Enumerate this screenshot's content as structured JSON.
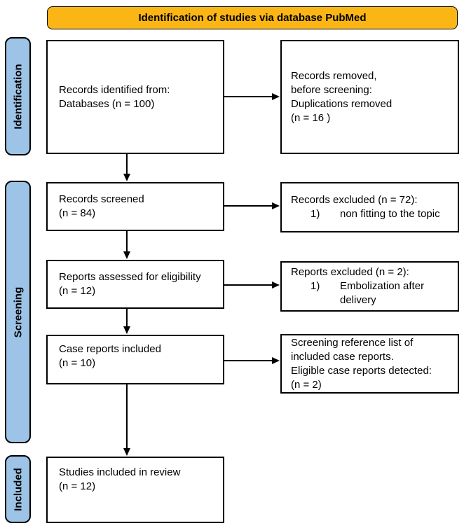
{
  "header": {
    "title": "Identification of studies via database PubMed"
  },
  "colors": {
    "banner_bg": "#FBB616",
    "phase_label_bg": "#9DC3E6",
    "box_bg": "#FFFFFF",
    "border": "#000000",
    "text": "#000000"
  },
  "sidebar": {
    "labels": [
      "Identification",
      "Screening",
      "Included"
    ]
  },
  "boxes": {
    "identified": {
      "lines": [
        "Records identified from:",
        "Databases (n = 100)"
      ]
    },
    "removed": {
      "lines": [
        "Records removed,",
        "before screening:",
        "Duplications removed",
        "(n = 16 )"
      ]
    },
    "screened": {
      "lines": [
        "Records screened",
        "(n = 84)"
      ]
    },
    "excluded_records": {
      "title": "Records excluded (n = 72):",
      "item_number": "1)",
      "item_lines": [
        "non fitting to the topic"
      ]
    },
    "assessed": {
      "lines": [
        "Reports assessed for eligibility",
        "(n = 12)"
      ]
    },
    "excluded_reports": {
      "title": "Reports excluded (n = 2):",
      "item_number": "1)",
      "item_lines": [
        "Embolization after",
        "delivery"
      ]
    },
    "case_reports_included": {
      "lines": [
        "Case reports included",
        "(n = 10)"
      ]
    },
    "reference_screening": {
      "lines": [
        "Screening reference list of",
        "included case reports.",
        "Eligible case reports detected:",
        "(n = 2)"
      ]
    },
    "studies_included": {
      "lines": [
        "Studies included in review",
        "(n = 12)"
      ]
    }
  }
}
